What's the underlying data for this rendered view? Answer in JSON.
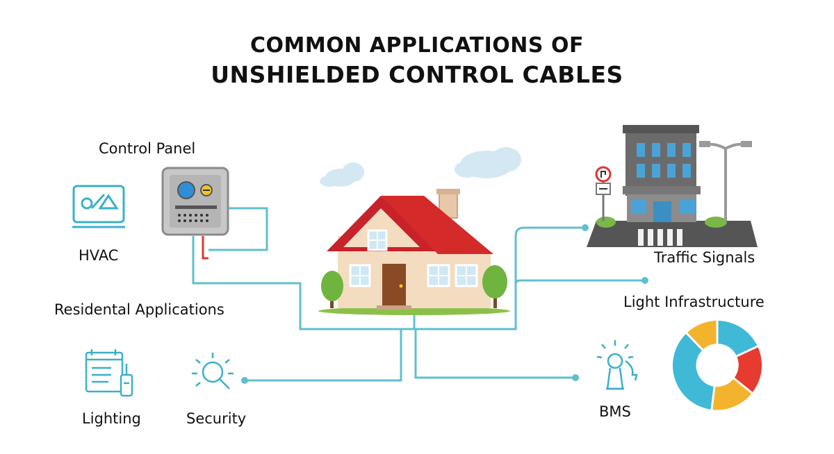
{
  "title": {
    "line1": "COMMON APPLICATIONS OF",
    "line2": "UNSHIELDED CONTROL CABLES"
  },
  "labels": {
    "control_panel": "Control Panel",
    "hvac": "HVAC",
    "residential": "Residental Applications",
    "lighting": "Lighting",
    "security": "Security",
    "traffic_signals": "Traffic Signals",
    "light_infrastructure": "Light Infrastructure",
    "bms": "BMS"
  },
  "colors": {
    "cable": "#5fbfcf",
    "roof": "#c8222b",
    "wall": "#f3dcc0",
    "door": "#8a4a26",
    "building": "#6b6b6b",
    "icon_stroke": "#3ab0c8",
    "donut": [
      "#3fb9d6",
      "#f4b32c",
      "#e63b2e",
      "#f4b32c",
      "#3fb9d6"
    ]
  },
  "icons": [
    "hvac-icon",
    "control-panel-icon",
    "house-icon",
    "cloud-icon",
    "building-icon",
    "street-light-icon",
    "traffic-sign-icon",
    "lighting-icon",
    "security-icon",
    "bms-icon",
    "donut-chart-icon"
  ]
}
